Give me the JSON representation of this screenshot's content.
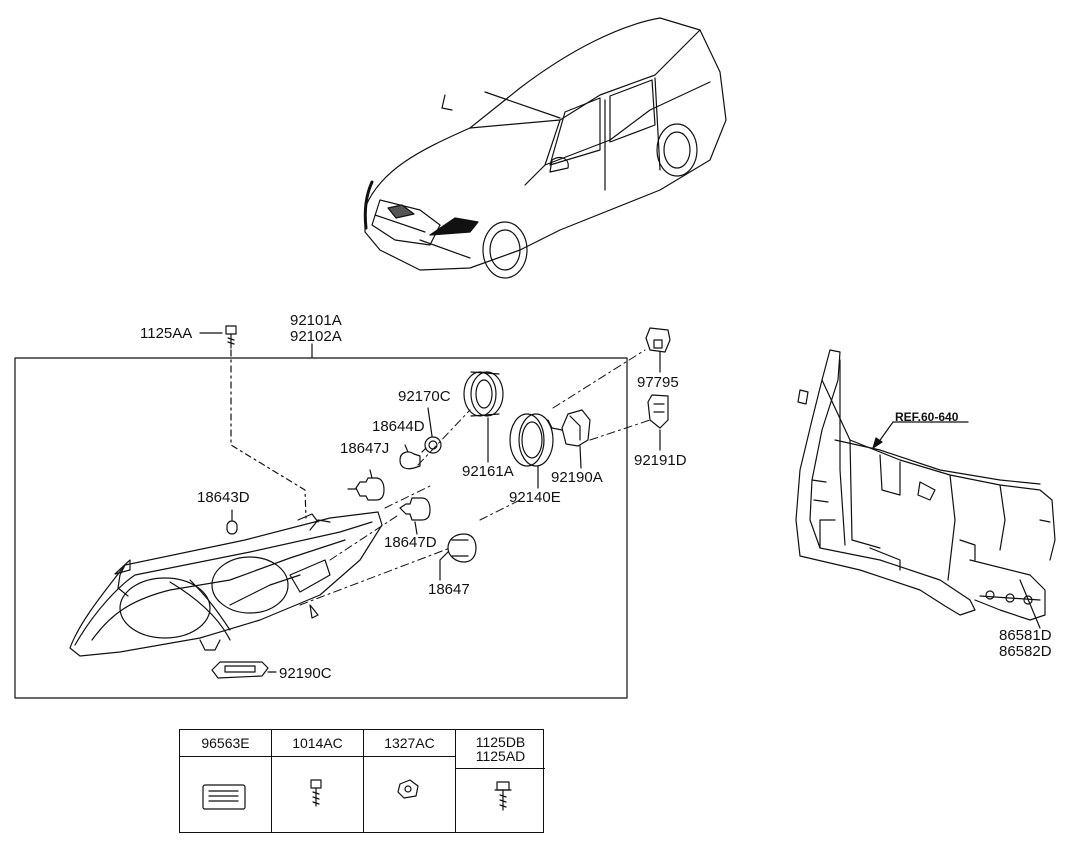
{
  "parts": {
    "bolt_top": "1125AA",
    "head_lamp_left": "92101A",
    "head_lamp_right": "92102A",
    "socket_cap_small": "92170C",
    "bulb_18644d": "18644D",
    "bulb_18647j": "18647J",
    "bulb_18643d": "18643D",
    "dust_cap_large": "92161A",
    "dust_cap_ring": "92140E",
    "actuator_92190a": "92190A",
    "connector_97795": "97795",
    "bracket_92191d": "92191D",
    "bulb_18647d": "18647D",
    "bulb_18647": "18647",
    "module_92190c": "92190C",
    "carrier_86581d": "86581D",
    "carrier_86582d": "86582D",
    "reference": "REF.60-640"
  },
  "hardware_table": {
    "columns": [
      {
        "label": "96563E",
        "label2": "",
        "icon": "label-plate-icon"
      },
      {
        "label": "1014AC",
        "label2": "",
        "icon": "bolt-icon"
      },
      {
        "label": "1327AC",
        "label2": "",
        "icon": "nut-icon"
      },
      {
        "label": "1125DB",
        "label2": "1125AD",
        "icon": "screw-icon"
      }
    ]
  }
}
